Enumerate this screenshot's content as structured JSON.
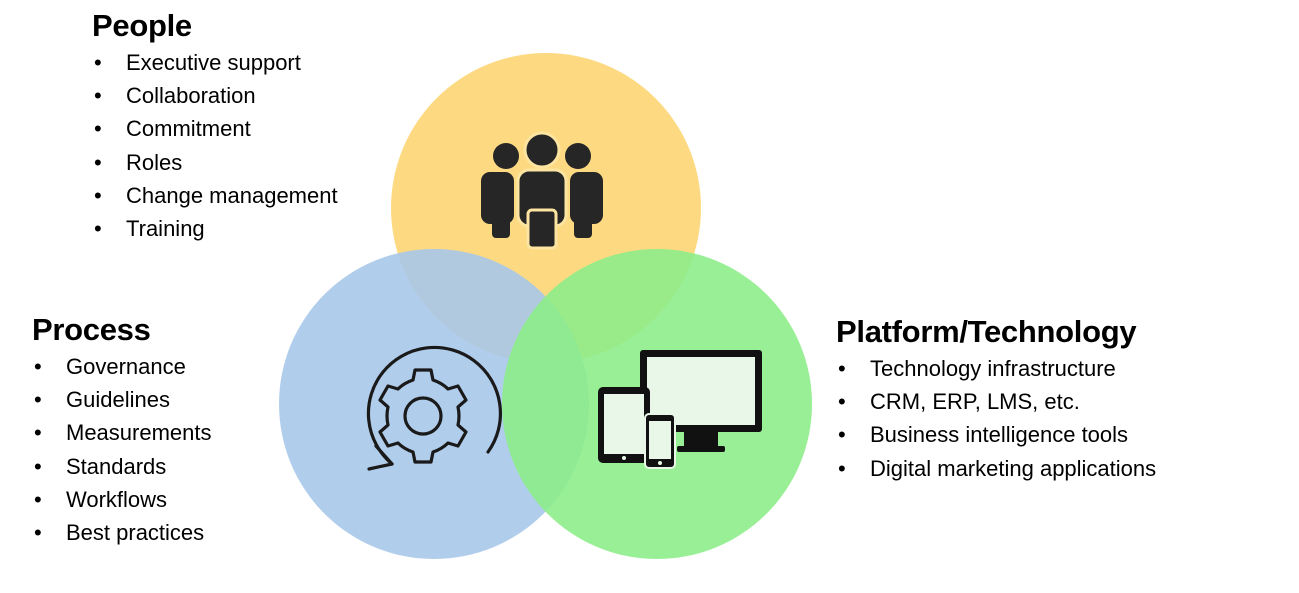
{
  "colors": {
    "people": "#fdd674",
    "process": "#a9c8ea",
    "platform": "#8ded8a"
  },
  "icons": {
    "people": "group-of-people-icon",
    "process": "gear-cycle-icon",
    "platform": "devices-icon"
  },
  "people": {
    "title": "People",
    "items": [
      "Executive support",
      "Collaboration",
      "Commitment",
      "Roles",
      "Change management",
      "Training"
    ]
  },
  "process": {
    "title": "Process",
    "items": [
      "Governance",
      "Guidelines",
      "Measurements",
      "Standards",
      "Workflows",
      "Best practices"
    ]
  },
  "platform": {
    "title": "Platform/Technology",
    "items": [
      "Technology infrastructure",
      "CRM, ERP, LMS, etc.",
      "Business intelligence tools",
      "Digital marketing applications"
    ]
  }
}
